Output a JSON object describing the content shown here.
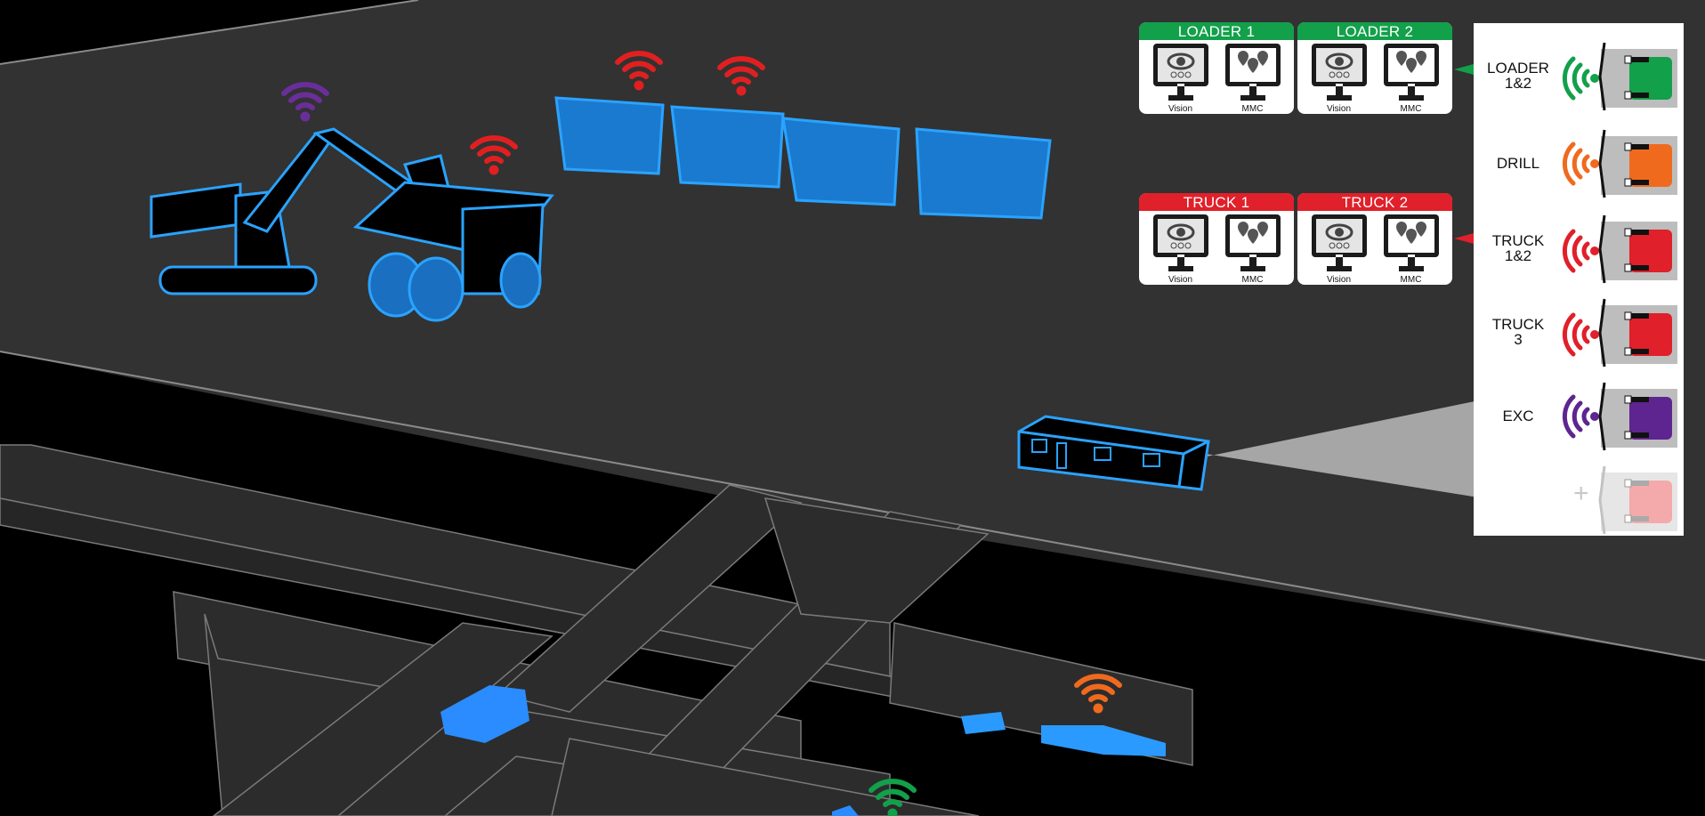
{
  "scene": {
    "description": "Mining fleet network illustration: surface pit with excavator, haul trucks and control office; underground tunnels with loaders and drill",
    "colors": {
      "surface": "#323232",
      "underground": "#000000",
      "tunnel": "#2e2e2e",
      "equipment_glow": "#2aa3ff",
      "beam": "#a6a6a6"
    },
    "signals": [
      {
        "icon": "wifi-icon",
        "equipment": "excavator",
        "color": "#6a2e9a"
      },
      {
        "icon": "wifi-icon",
        "equipment": "haul-truck-loading",
        "color": "#e02020"
      },
      {
        "icon": "wifi-icon",
        "equipment": "haul-truck-convoy-1",
        "color": "#e02020"
      },
      {
        "icon": "wifi-icon",
        "equipment": "haul-truck-convoy-2",
        "color": "#e02020"
      },
      {
        "icon": "wifi-icon",
        "equipment": "underground-drill",
        "color": "#f06a1e"
      },
      {
        "icon": "wifi-icon",
        "equipment": "underground-loader",
        "color": "#12a04a"
      }
    ]
  },
  "stations": [
    {
      "title": "LOADER 1",
      "color": "#12a04a",
      "monitors": [
        {
          "icon": "eye-icon",
          "label": "Vision"
        },
        {
          "icon": "map-pins-icon",
          "label": "MMC"
        }
      ]
    },
    {
      "title": "LOADER 2",
      "color": "#12a04a",
      "monitors": [
        {
          "icon": "eye-icon",
          "label": "Vision"
        },
        {
          "icon": "map-pins-icon",
          "label": "MMC"
        }
      ]
    },
    {
      "title": "TRUCK 1",
      "color": "#e0202a",
      "monitors": [
        {
          "icon": "eye-icon",
          "label": "Vision"
        },
        {
          "icon": "map-pins-icon",
          "label": "MMC"
        }
      ]
    },
    {
      "title": "TRUCK 2",
      "color": "#e0202a",
      "monitors": [
        {
          "icon": "eye-icon",
          "label": "Vision"
        },
        {
          "icon": "map-pins-icon",
          "label": "MMC"
        }
      ]
    }
  ],
  "legend": {
    "rows": [
      {
        "line1": "LOADER",
        "line2": "1&2",
        "color": "#12a04a",
        "active": true
      },
      {
        "line1": "DRILL",
        "line2": "",
        "color": "#f06a1e",
        "active": true
      },
      {
        "line1": "TRUCK",
        "line2": "1&2",
        "color": "#e0202a",
        "active": true
      },
      {
        "line1": "TRUCK",
        "line2": "3",
        "color": "#e0202a",
        "active": true
      },
      {
        "line1": "EXC",
        "line2": "",
        "color": "#5e2590",
        "active": true
      },
      {
        "line1": "",
        "line2": "",
        "color": "#f4aaaa",
        "active": false,
        "add_symbol": "+"
      }
    ]
  }
}
